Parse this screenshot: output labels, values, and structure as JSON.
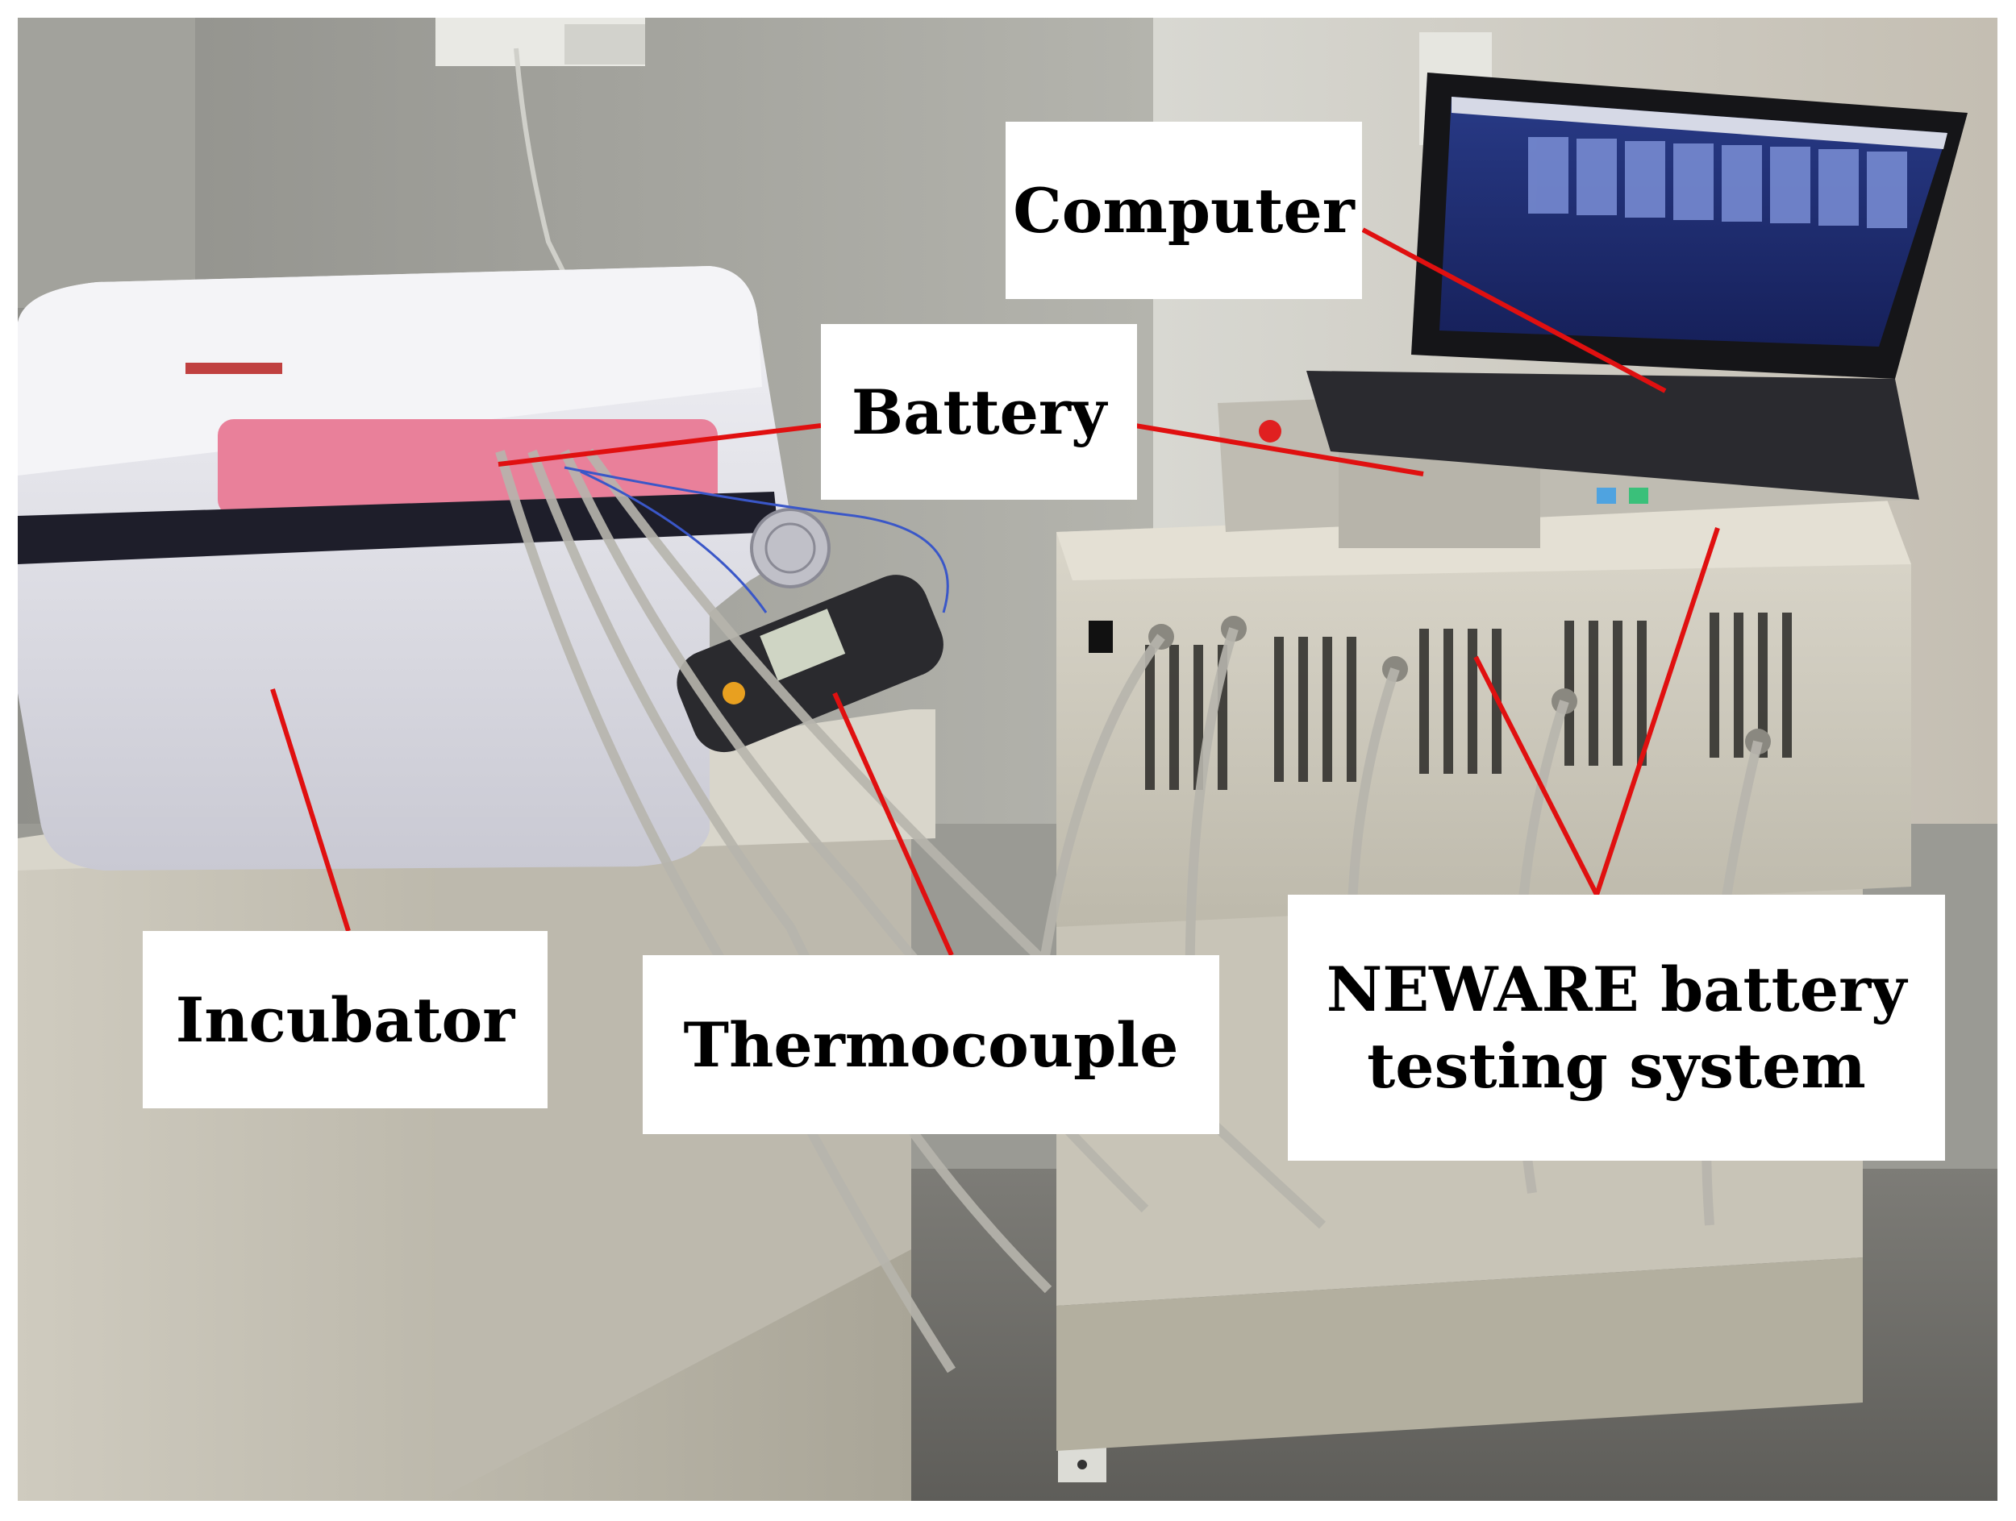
{
  "labels": {
    "computer": "Computer",
    "battery": "Battery",
    "incubator": "Incubator",
    "thermocouple": "Thermocouple",
    "neware_line1": "NEWARE battery",
    "neware_line2": "testing system"
  },
  "colors": {
    "leader_lines": "#e01010",
    "label_background": "#ffffff",
    "label_text": "#000000"
  }
}
